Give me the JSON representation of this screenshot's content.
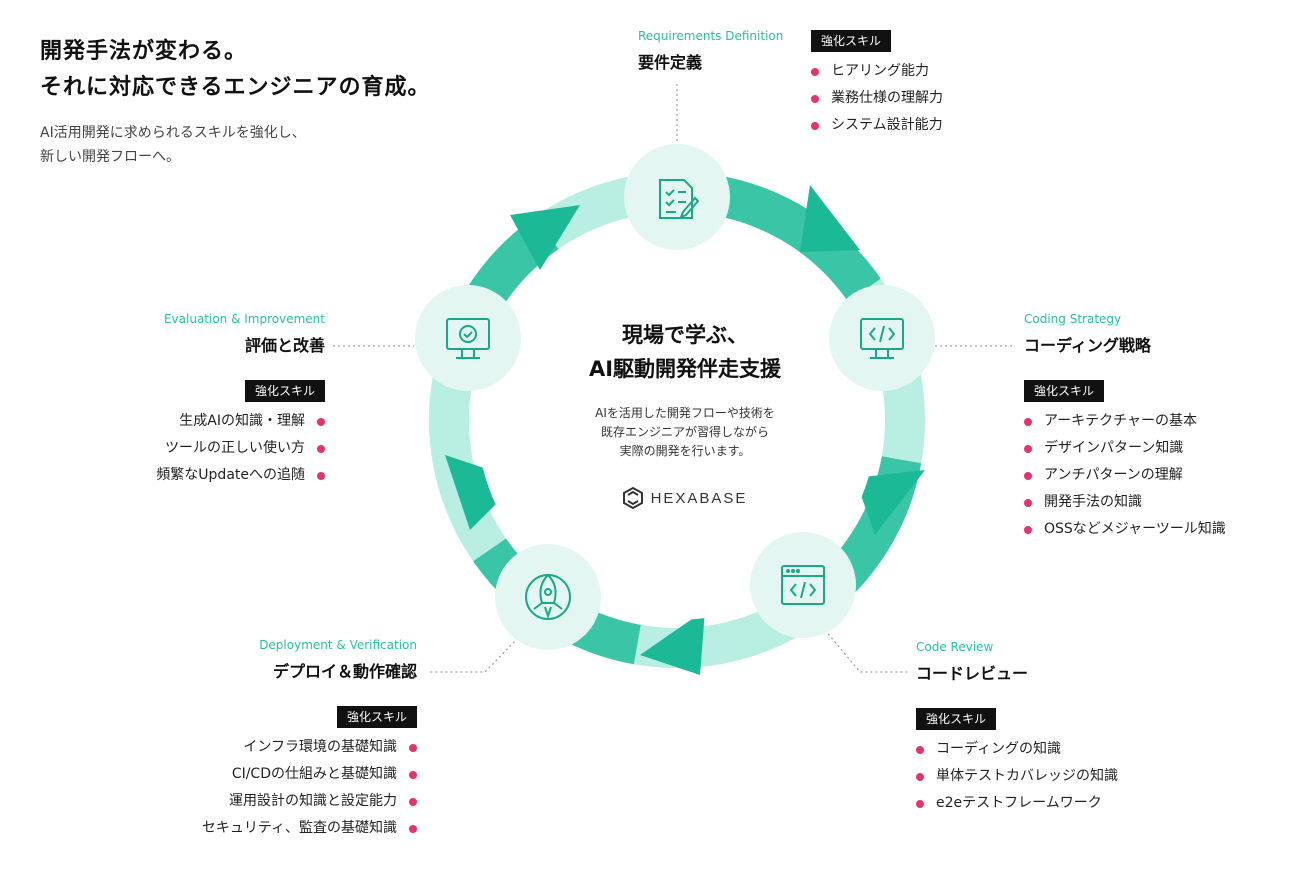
{
  "headline": {
    "line1": "開発手法が変わる。",
    "line2": "それに対応できるエンジニアの育成。",
    "lead1": "AI活用開発に求められるスキルを強化し、",
    "lead2": "新しい開発フローへ。"
  },
  "center": {
    "title1": "現場で学ぶ、",
    "title2": "AI駆動開発伴走支援",
    "desc1": "AIを活用した開発フローや技術を",
    "desc2": "既存エンジニアが習得しながら",
    "desc3": "実際の開発を行います。",
    "logo_text": "HEXABASE"
  },
  "badge_label": "強化スキル",
  "stages": {
    "requirements": {
      "en": "Requirements Definition",
      "ja": "要件定義",
      "icon": "document-checklist-icon",
      "skills": [
        "ヒアリング能力",
        "業務仕様の理解力",
        "システム設計能力"
      ]
    },
    "coding": {
      "en": "Coding Strategy",
      "ja": "コーディング戦略",
      "icon": "monitor-code-icon",
      "skills": [
        "アーキテクチャーの基本",
        "デザインパターン知識",
        "アンチパターンの理解",
        "開発手法の知識",
        "OSSなどメジャーツール知識"
      ]
    },
    "review": {
      "en": "Code Review",
      "ja": "コードレビュー",
      "icon": "browser-code-icon",
      "skills": [
        "コーディングの知識",
        "単体テストカバレッジの知識",
        "e2eテストフレームワーク"
      ]
    },
    "deployment": {
      "en": "Deployment & Verification",
      "ja": "デプロイ＆動作確認",
      "icon": "rocket-icon",
      "skills": [
        "インフラ環境の基礎知識",
        "CI/CDの仕組みと基礎知識",
        "運用設計の知識と設定能力",
        "セキュリティ、監査の基礎知識"
      ]
    },
    "evaluation": {
      "en": "Evaluation & Improvement",
      "ja": "評価と改善",
      "icon": "monitor-check-icon",
      "skills": [
        "生成AIの知識・理解",
        "ツールの正しい使い方",
        "頻繁なUpdateへの追随"
      ]
    }
  },
  "colors": {
    "accent": "#2bbfa0",
    "arrow_dark": "#17b592",
    "arrow_light": "#a6eadb",
    "node_fill": "#e4f6f1",
    "bullet": "#e8326c"
  }
}
